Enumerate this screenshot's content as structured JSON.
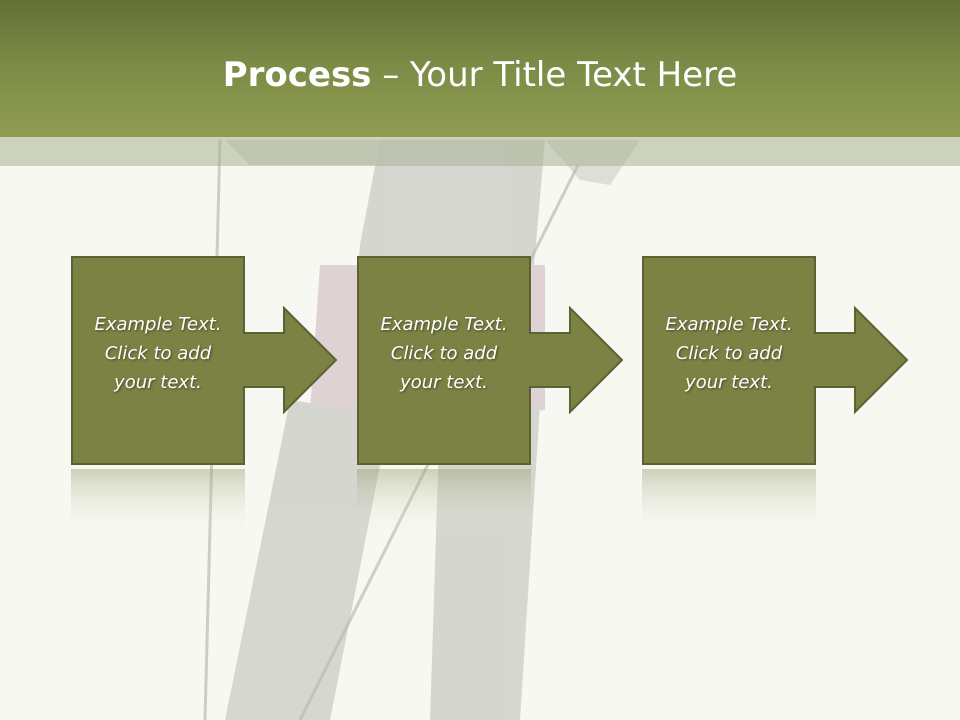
{
  "slide": {
    "title_bold": "Process",
    "title_rest": " – Your Title Text Here"
  },
  "colors": {
    "header": "#7b8a45",
    "box_fill": "#7b8244",
    "box_border": "#5a6232",
    "background": "#f8f8f2"
  },
  "steps": [
    {
      "text": "Example Text.\nClick  to add\nyour text."
    },
    {
      "text": "Example Text.\nClick  to add\nyour text."
    },
    {
      "text": "Example Text.\nClick  to add\nyour text."
    }
  ]
}
